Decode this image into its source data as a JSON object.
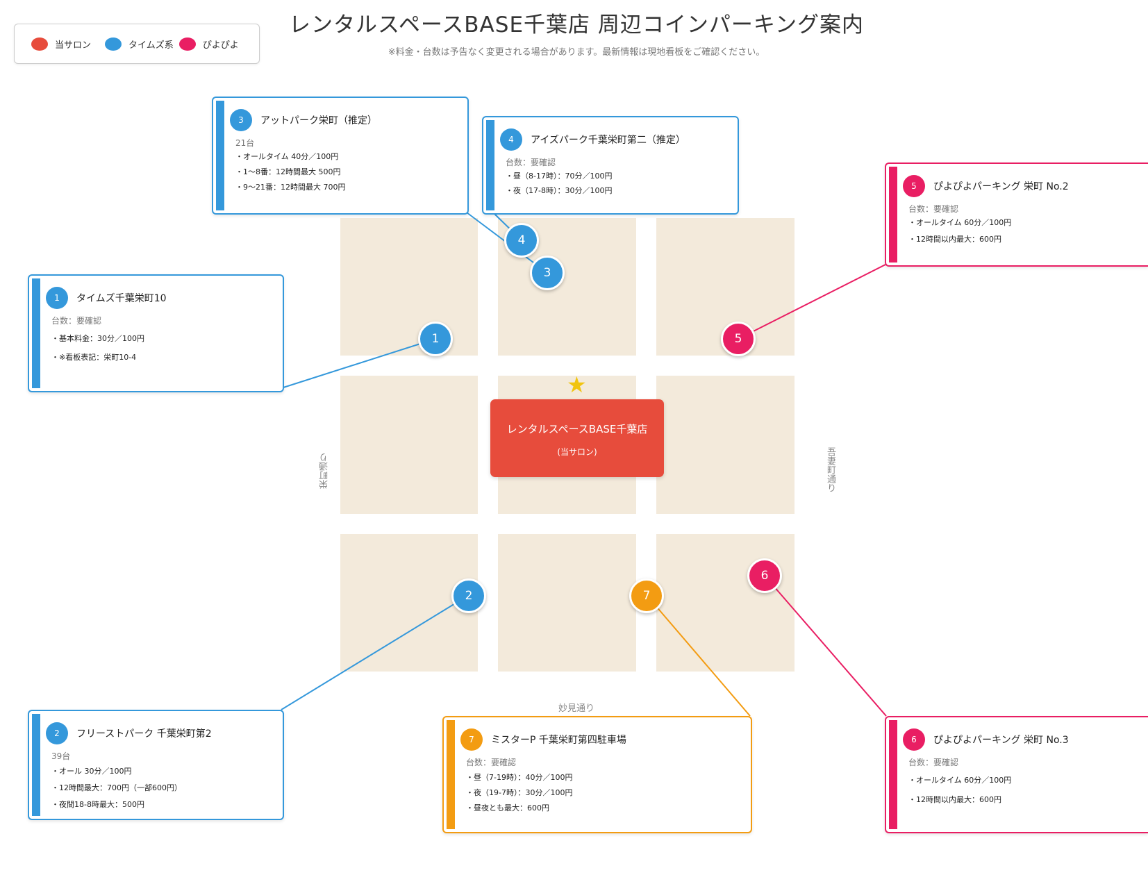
{
  "title": "レンタルスペースBASE千葉店 周辺コインパーキング案内",
  "subtitle": "※料金・台数は予告なく変更される場合があります。最新情報は現地看板をご確認ください。",
  "legend": [
    {
      "label": "当サロン",
      "color": "#e74c3c"
    },
    {
      "label": "タイムズ系",
      "color": "#3498db"
    },
    {
      "label": "ぴよぴよ",
      "color": "#e91e63"
    }
  ],
  "colors": {
    "blue": "#3498db",
    "pink": "#e91e63",
    "orange": "#f39c12",
    "salon": "#e74c3c",
    "block": "#f3eadb"
  },
  "salon": {
    "name": "レンタルスペースBASE千葉店",
    "sub": "(当サロン)"
  },
  "roads": {
    "left": "栄町通り",
    "right": "吾妻町通り",
    "bottom": "妙見通り"
  },
  "markers": [
    {
      "num": "1",
      "color": "#3498db"
    },
    {
      "num": "2",
      "color": "#3498db"
    },
    {
      "num": "3",
      "color": "#3498db"
    },
    {
      "num": "4",
      "color": "#3498db"
    },
    {
      "num": "5",
      "color": "#e91e63"
    },
    {
      "num": "6",
      "color": "#e91e63"
    },
    {
      "num": "7",
      "color": "#f39c12"
    }
  ],
  "cards": {
    "c1": {
      "num": "1",
      "title": "タイムズ千葉栄町10",
      "capacity": "台数：要確認",
      "lines": [
        "・基本料金：30分／100円",
        "・※看板表記：栄町10-4"
      ],
      "color": "#3498db"
    },
    "c2": {
      "num": "2",
      "title": "フリーストパーク 千葉栄町第2",
      "capacity": "39台",
      "lines": [
        "・オール 30分／100円",
        "・12時間最大：700円（一部600円）",
        "・夜間18-8時最大：500円"
      ],
      "color": "#3498db"
    },
    "c3": {
      "num": "3",
      "title": "アットパーク栄町（推定）",
      "capacity": "21台",
      "lines": [
        "・オールタイム 40分／100円",
        "・1〜8番：12時間最大 500円",
        "・9〜21番：12時間最大 700円"
      ],
      "color": "#3498db"
    },
    "c4": {
      "num": "4",
      "title": "アイズパーク千葉栄町第二（推定）",
      "capacity": "台数：要確認",
      "lines": [
        "・昼（8-17時）：70分／100円",
        "・夜（17-8時）：30分／100円"
      ],
      "color": "#3498db"
    },
    "c5": {
      "num": "5",
      "title": "ぴよぴよパーキング 栄町 No.2",
      "capacity": "台数：要確認",
      "lines": [
        "・オールタイム 60分／100円",
        "・12時間以内最大：600円"
      ],
      "color": "#e91e63"
    },
    "c6": {
      "num": "6",
      "title": "ぴよぴよパーキング 栄町 No.3",
      "capacity": "台数：要確認",
      "lines": [
        "・オールタイム 60分／100円",
        "・12時間以内最大：600円"
      ],
      "color": "#e91e63"
    },
    "c7": {
      "num": "7",
      "title": "ミスターP 千葉栄町第四駐車場",
      "capacity": "台数：要確認",
      "lines": [
        "・昼（7-19時）：40分／100円",
        "・夜（19-7時）：30分／100円",
        "・昼夜とも最大：600円"
      ],
      "color": "#f39c12"
    }
  }
}
